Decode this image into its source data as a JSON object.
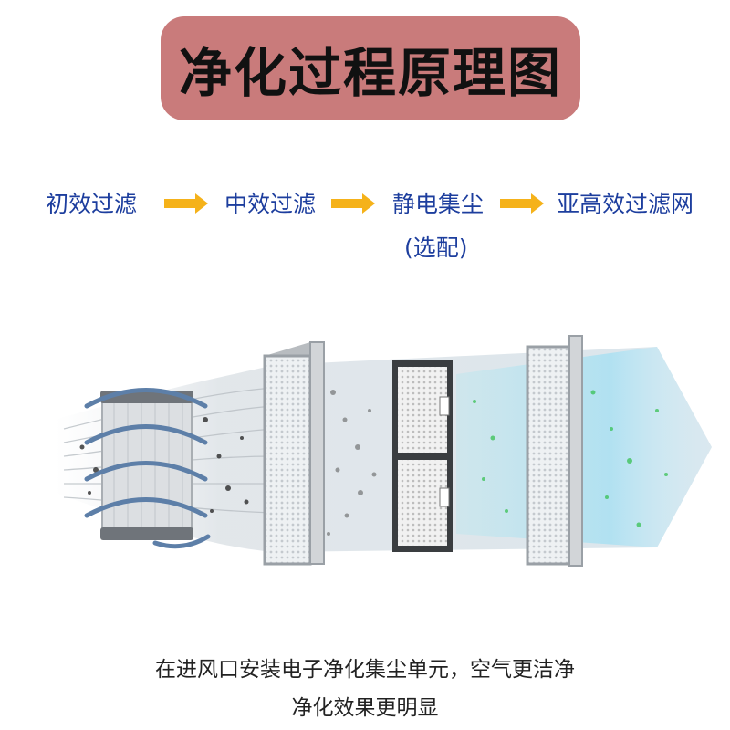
{
  "title": "净化过程原理图",
  "steps": [
    {
      "label": "初效过滤"
    },
    {
      "label": "中效过滤"
    },
    {
      "label": "静电集尘",
      "sublabel": "(选配)"
    },
    {
      "label": "亚高效过滤网"
    }
  ],
  "caption": {
    "line1": "在进风口安装电子净化集尘单元，空气更洁净",
    "line2": "净化效果更明显"
  },
  "colors": {
    "title_bg": "#c97b7b",
    "step_text": "#1d3e9e",
    "arrow": "#f5b21a",
    "airflow_clean": "#2fbf4a"
  }
}
